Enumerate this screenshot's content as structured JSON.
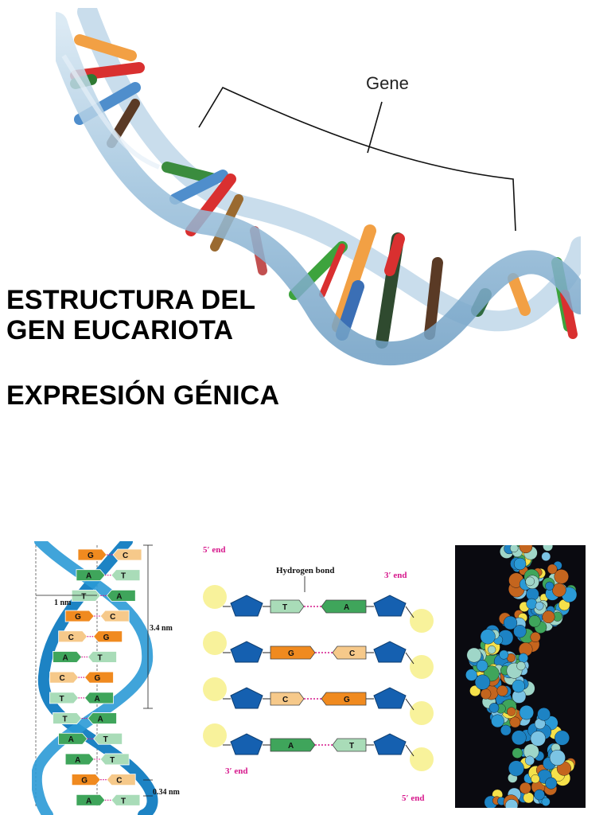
{
  "slide": {
    "title_line1": "ESTRUCTURA DEL",
    "title_line2": "GEN EUCARIOTA",
    "title_line3": "EXPRESIÓN GÉNICA"
  },
  "helix_figure": {
    "gene_label": "Gene"
  },
  "ladder_figure": {
    "pairs": [
      {
        "left": "G",
        "right": "C"
      },
      {
        "left": "A",
        "right": "T"
      },
      {
        "left": "T",
        "right": "A"
      },
      {
        "left": "G",
        "right": "C"
      },
      {
        "left": "C",
        "right": "G"
      },
      {
        "left": "A",
        "right": "T"
      },
      {
        "left": "C",
        "right": "G"
      },
      {
        "left": "T",
        "right": "A"
      },
      {
        "left": "T",
        "right": "A"
      },
      {
        "left": "A",
        "right": "T"
      },
      {
        "left": "A",
        "right": "T"
      },
      {
        "left": "G",
        "right": "C"
      },
      {
        "left": "A",
        "right": "T"
      }
    ],
    "width_label": "1 nm",
    "pitch_label": "3.4 nm",
    "rise_label": "0.34 nm"
  },
  "chem_figure": {
    "five_prime_top": "5′ end",
    "three_prime_top": "3′ end",
    "hydrogen_bond_label": "Hydrogen bond",
    "three_prime_bottom": "3′ end",
    "five_prime_bottom": "5′ end",
    "rows": [
      {
        "left": "T",
        "right": "A"
      },
      {
        "left": "G",
        "right": "C"
      },
      {
        "left": "C",
        "right": "G"
      },
      {
        "left": "A",
        "right": "T"
      }
    ]
  },
  "colors": {
    "ribbon": "#9cc1dc",
    "backbone": "#1d83c4",
    "base_green": "#3fa55b",
    "base_light_green": "#a9dcb8",
    "base_orange": "#f08a1f",
    "base_peach": "#f6c98a",
    "phosphate": "#f7f08a",
    "label_magenta": "#d6168b",
    "sugar_blue": "#1560b0"
  }
}
